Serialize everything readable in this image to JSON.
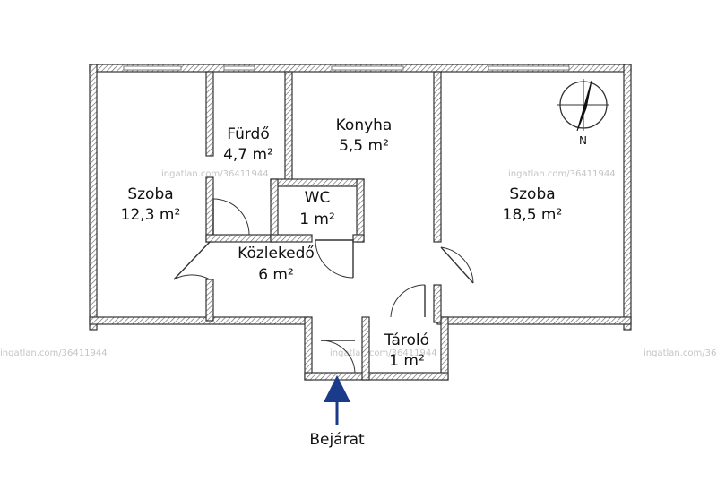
{
  "plan": {
    "rooms": [
      {
        "id": "szoba-left",
        "name": "Szoba",
        "area": "12,3 m²"
      },
      {
        "id": "furdo",
        "name": "Fürdő",
        "area": "4,7 m²"
      },
      {
        "id": "konyha",
        "name": "Konyha",
        "area": "5,5 m²"
      },
      {
        "id": "wc",
        "name": "WC",
        "area": "1 m²"
      },
      {
        "id": "kozlekedo",
        "name": "Közlekedő",
        "area": "6 m²"
      },
      {
        "id": "szoba-right",
        "name": "Szoba",
        "area": "18,5 m²"
      },
      {
        "id": "tarolo",
        "name": "Tároló",
        "area": "1 m²"
      }
    ],
    "entrance_label": "Bejárat",
    "compass_label": "N",
    "watermark": "ingatlan.com/36411944"
  },
  "colors": {
    "wall_stroke": "#333333",
    "hatch": "#666666",
    "entrance_arrow": "#1a3a8a"
  }
}
